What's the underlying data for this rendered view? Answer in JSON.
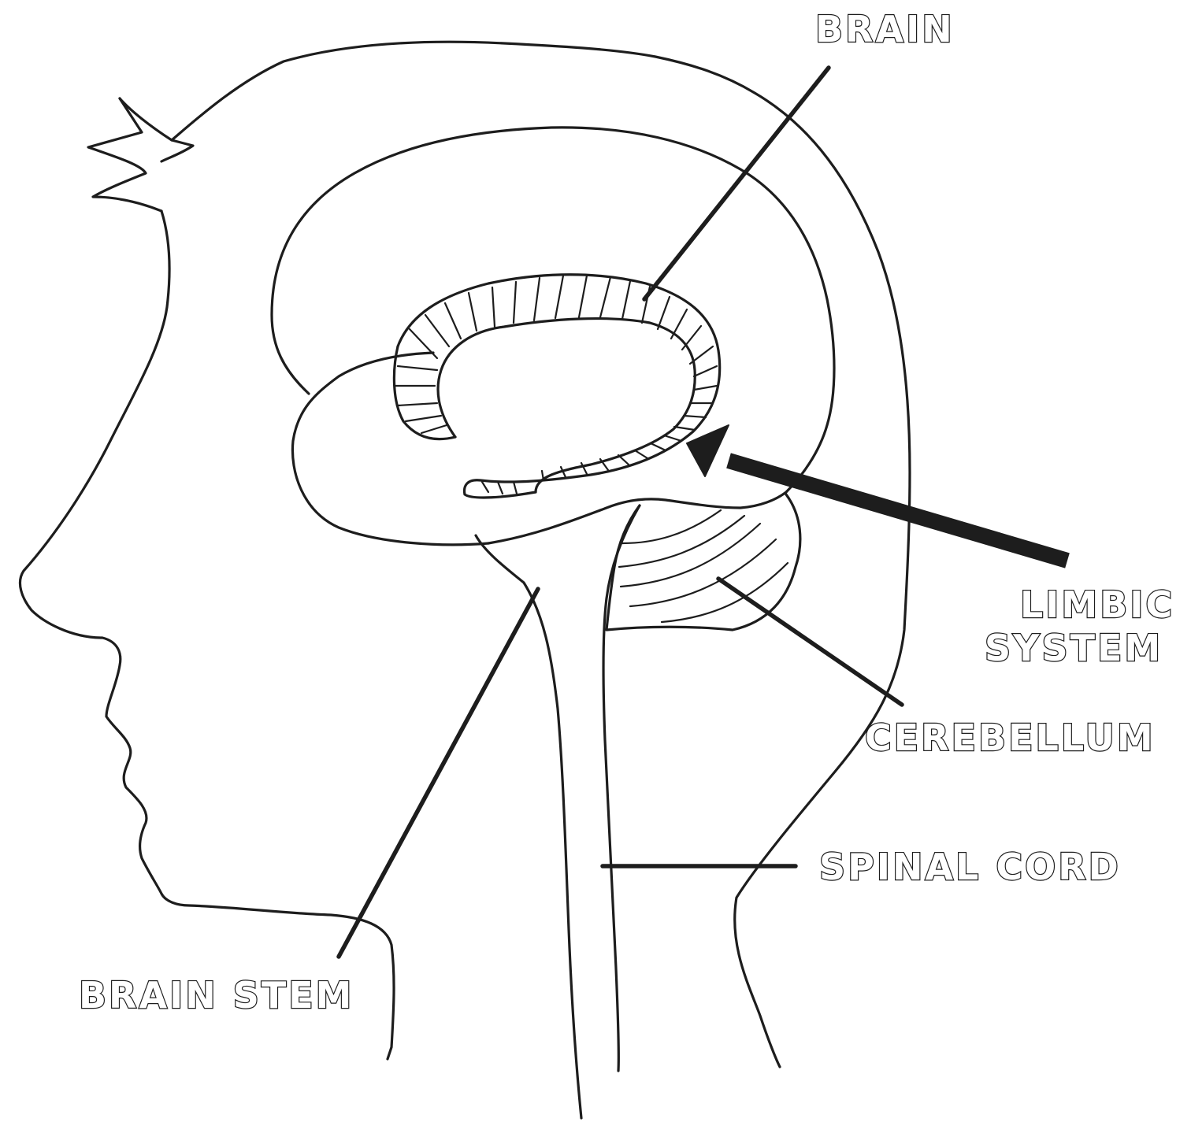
{
  "labels": {
    "brain": "BRAIN",
    "limbic_line1": "LIMBIC",
    "limbic_line2": "SYSTEM",
    "cerebellum": "CEREBELLUM",
    "spinal_cord": "SPINAL CORD",
    "brain_stem": "BRAIN STEM"
  },
  "colors": {
    "ink": "#1d1d1d",
    "paper": "#ffffff"
  }
}
